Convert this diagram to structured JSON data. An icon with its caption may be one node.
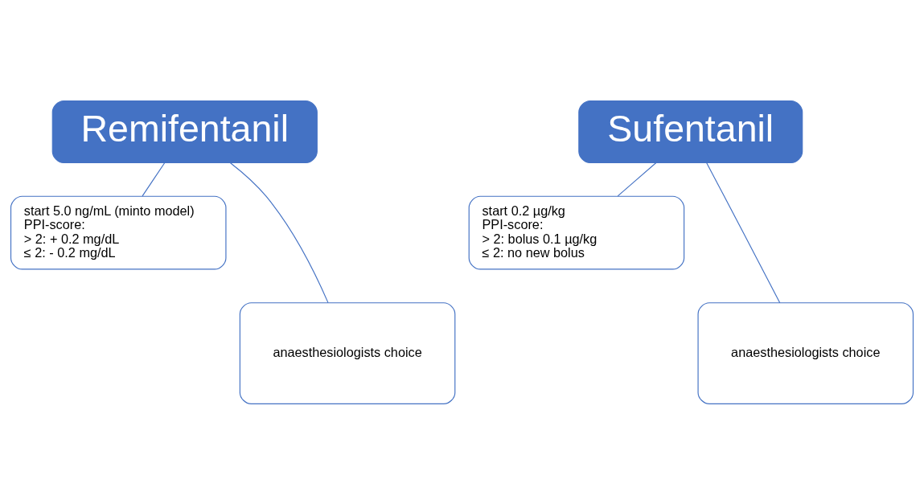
{
  "diagram": {
    "nodes": [
      {
        "text": [
          "Remifentanil"
        ]
      },
      {
        "text": [
          "start 5.0 ng/mL (minto model)",
          "PPI-score:",
          "> 2: + 0.2 mg/dL",
          "≤ 2: - 0.2 mg/dL"
        ]
      },
      {
        "text": [
          "anaesthesiologists choice"
        ]
      },
      {
        "text": [
          "Sufentanil"
        ]
      },
      {
        "text": [
          "start 0.2 µg/kg",
          "PPI-score:",
          "> 2: bolus 0.1 µg/kg",
          "≤ 2: no new bolus"
        ]
      },
      {
        "text": [
          "anaesthesiologists choice"
        ]
      }
    ],
    "edges": [
      {
        "from": 0,
        "to": 1,
        "arrow": "none"
      },
      {
        "from": 0,
        "to": 2,
        "arrow": "none"
      },
      {
        "from": 3,
        "to": 4,
        "arrow": "none"
      },
      {
        "from": 3,
        "to": 5,
        "arrow": "none"
      }
    ]
  }
}
